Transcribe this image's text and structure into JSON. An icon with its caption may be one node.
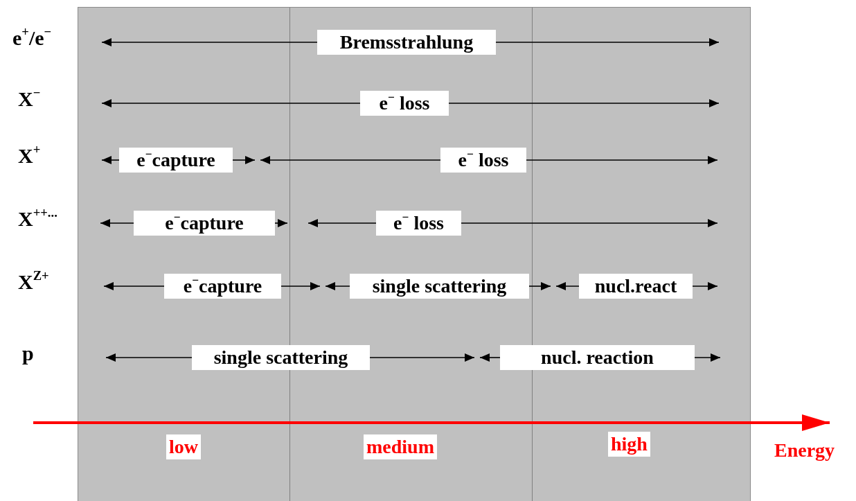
{
  "diagram": {
    "nodes": [
      {
        "text": [
          "Bremsstrahlung"
        ]
      },
      {
        "text": [
          "e$^{−}$ loss"
        ]
      },
      {
        "text": [
          "e$^{−}$capture"
        ]
      },
      {
        "text": [
          "e$^{−}$ loss"
        ]
      },
      {
        "text": [
          "e$^{−}$capture"
        ]
      },
      {
        "text": [
          "e$^{−}$ loss"
        ]
      },
      {
        "text": [
          "e$^{−}$capture"
        ]
      },
      {
        "text": [
          "single scattering"
        ]
      },
      {
        "text": [
          "nucl.react"
        ]
      },
      {
        "text": [
          "single scattering"
        ]
      },
      {
        "text": [
          "nucl. reaction"
        ]
      }
    ],
    "edges": [
      {
        "from": 0,
        "to": null,
        "arrow": "to"
      },
      {
        "from": 0,
        "to": null,
        "arrow": "to"
      },
      {
        "from": 1,
        "to": null,
        "arrow": "to"
      },
      {
        "from": 1,
        "to": null,
        "arrow": "to"
      },
      {
        "from": 2,
        "to": null,
        "arrow": "to"
      },
      {
        "from": 2,
        "to": null,
        "arrow": "to"
      },
      {
        "from": 3,
        "to": null,
        "arrow": "to"
      },
      {
        "from": 3,
        "to": null,
        "arrow": "to"
      },
      {
        "from": 4,
        "to": null,
        "arrow": "to"
      },
      {
        "from": 4,
        "to": null,
        "arrow": "to"
      },
      {
        "from": 5,
        "to": null,
        "arrow": "to"
      },
      {
        "from": 5,
        "to": null,
        "arrow": "to"
      },
      {
        "from": 6,
        "to": null,
        "arrow": "to"
      },
      {
        "from": 6,
        "to": null,
        "arrow": "to"
      },
      {
        "from": 7,
        "to": null,
        "arrow": "to"
      },
      {
        "from": 7,
        "to": null,
        "arrow": "to"
      },
      {
        "from": 8,
        "to": null,
        "arrow": "to"
      },
      {
        "from": 8,
        "to": null,
        "arrow": "to"
      },
      {
        "from": 9,
        "to": null,
        "arrow": "to"
      },
      {
        "from": 9,
        "to": null,
        "arrow": "to"
      },
      {
        "from": 10,
        "to": null,
        "arrow": "to"
      },
      {
        "from": 10,
        "to": null,
        "arrow": "to"
      }
    ],
    "labels": [
      "e$^{+}$/e$^{−}$",
      "X$^{−}$",
      "X$^{+}$",
      "X$^{++...}$",
      "X$^{Z+}$",
      "p",
      "low",
      "medium",
      "high",
      "Energy"
    ]
  }
}
